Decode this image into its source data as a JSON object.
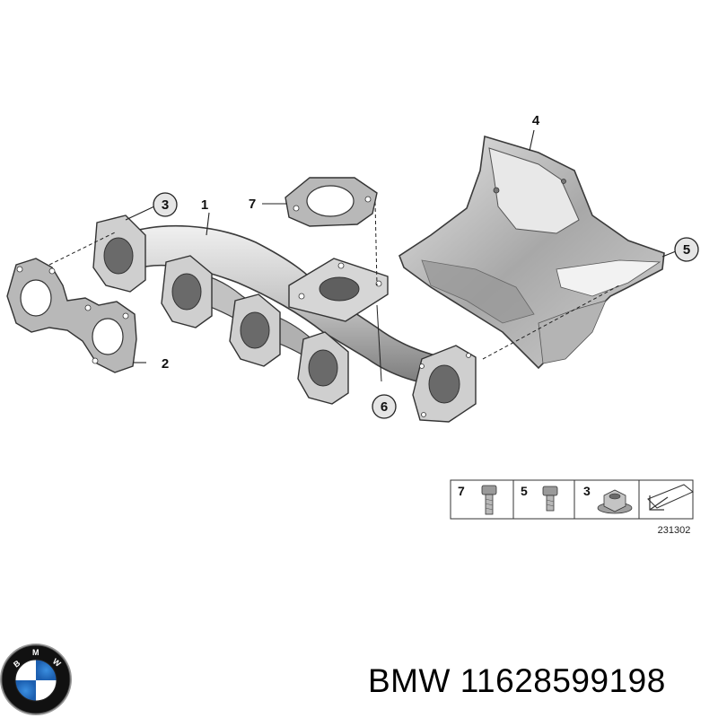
{
  "diagram": {
    "callouts": [
      {
        "id": "1",
        "label": "1"
      },
      {
        "id": "2",
        "label": "2"
      },
      {
        "id": "3",
        "label": "3"
      },
      {
        "id": "4",
        "label": "4"
      },
      {
        "id": "5",
        "label": "5"
      },
      {
        "id": "6",
        "label": "6"
      },
      {
        "id": "7",
        "label": "7"
      }
    ],
    "legend": {
      "items": [
        {
          "label": "7",
          "icon": "bolt-icon"
        },
        {
          "label": "5",
          "icon": "short-bolt-icon"
        },
        {
          "label": "3",
          "icon": "flange-nut-icon"
        }
      ],
      "direction_icon": "arrow-icon",
      "ref_code": "231302"
    }
  },
  "caption": "BMW 11628599198",
  "colors": {
    "metal_light": "#d9d9d9",
    "metal_mid": "#a9a9a9",
    "metal_dark": "#6f6f6f",
    "outline": "#3a3a3a",
    "gasket": "#b8b8b8"
  }
}
